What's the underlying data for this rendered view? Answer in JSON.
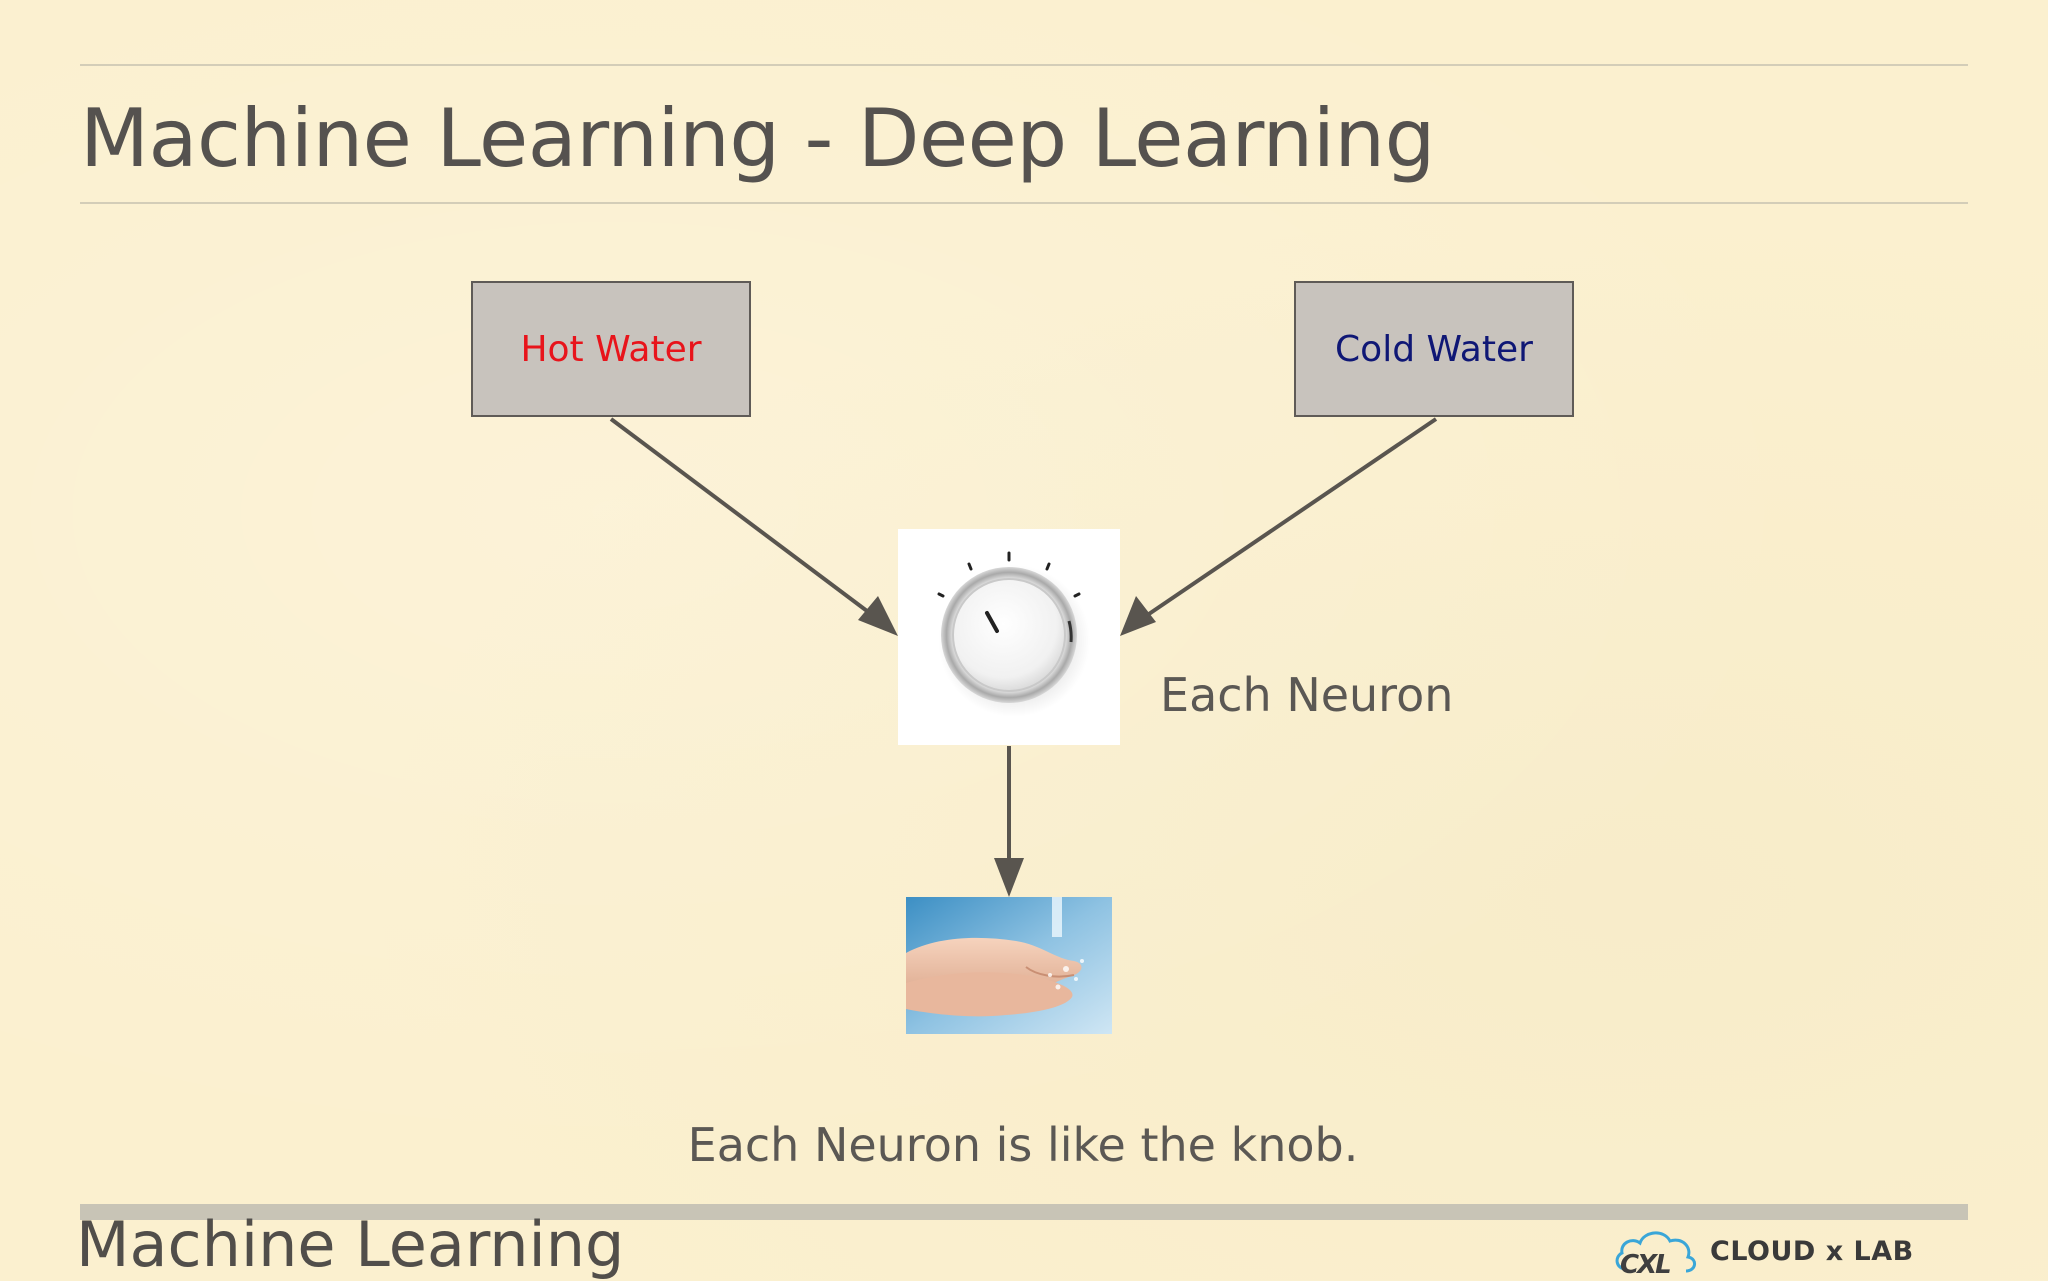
{
  "slide": {
    "title": "Machine Learning - Deep Learning",
    "footer_title": "Machine Learning"
  },
  "diagram": {
    "input_left": "Hot Water",
    "input_right": "Cold Water",
    "node_label": "Each Neuron",
    "caption": "Each Neuron is like the knob."
  },
  "logo": {
    "text": "CLOUD x LAB",
    "mark": "CXL"
  },
  "colors": {
    "background": "#fbf0cf",
    "hot_text": "#e8141b",
    "cold_text": "#0f1775",
    "box_fill": "#c8c3bd",
    "arrow": "#59554f"
  },
  "icons": [
    "knob-icon",
    "hands-water-photo",
    "cloud-logo-icon"
  ]
}
